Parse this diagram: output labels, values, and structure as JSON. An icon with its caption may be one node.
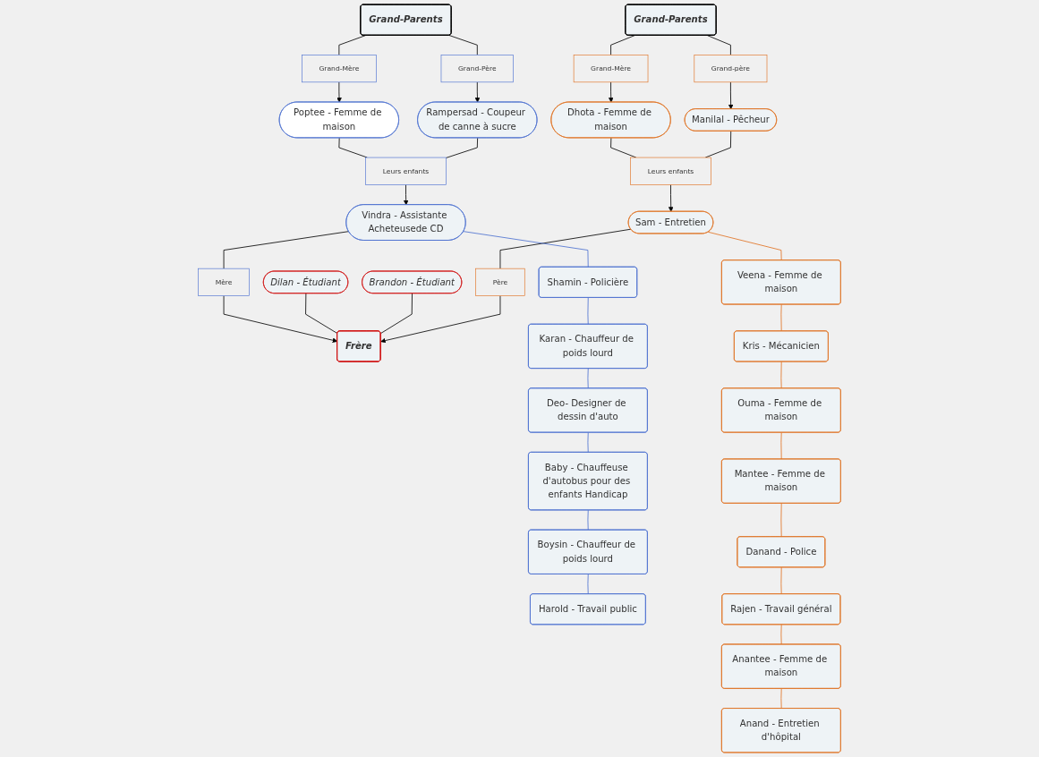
{
  "diagram": {
    "nodes": [
      {
        "text": [
          "Grand-Parents"
        ]
      },
      {
        "text": [
          "Grand-Mère"
        ]
      },
      {
        "text": [
          "Grand-Père"
        ]
      },
      {
        "text": [
          "Poptee - Femme de maison"
        ]
      },
      {
        "text": [
          "Rampersad - Coupeur de canne à sucre"
        ]
      },
      {
        "text": [
          "Leurs enfants"
        ]
      },
      {
        "text": [
          "Vindra - Assistante Acheteusede CD"
        ]
      },
      {
        "text": [
          "Mère"
        ]
      },
      {
        "text": [
          "Frère"
        ]
      },
      {
        "text": [
          "Dilan - Étudiant"
        ]
      },
      {
        "text": [
          "Brandon - Étudiant"
        ]
      },
      {
        "text": [
          "Grand-Parents"
        ]
      },
      {
        "text": [
          "Grand-Mère"
        ]
      },
      {
        "text": [
          "Grand-père"
        ]
      },
      {
        "text": [
          "Dhota - Femme de maison"
        ]
      },
      {
        "text": [
          "Manilal - Pêcheur"
        ]
      },
      {
        "text": [
          "Leurs enfants"
        ]
      },
      {
        "text": [
          "Père"
        ]
      },
      {
        "text": [
          "Sam - Entretien"
        ]
      },
      {
        "text": [
          "Shamin - Policière"
        ]
      },
      {
        "text": [
          "Karan - Chauffeur de poids lourd"
        ]
      },
      {
        "text": [
          "Deo- Designer de dessin d'auto"
        ]
      },
      {
        "text": [
          "Baby - Chauffeuse d'autobus pour des enfants Handicap"
        ]
      },
      {
        "text": [
          "Boysin - Chauffeur de poids lourd"
        ]
      },
      {
        "text": [
          "Harold - Travail public"
        ]
      },
      {
        "text": [
          "Veena - Femme de maison"
        ]
      },
      {
        "text": [
          "Kris - Mécanicien"
        ]
      },
      {
        "text": [
          "Ouma - Femme de maison"
        ]
      },
      {
        "text": [
          "Mantee - Femme de maison"
        ]
      },
      {
        "text": [
          "Danand - Police"
        ]
      },
      {
        "text": [
          "Rajen - Travail général"
        ]
      },
      {
        "text": [
          "Anantee - Femme de maison"
        ]
      },
      {
        "text": [
          "Anand - Entretien d'hôpital"
        ]
      }
    ],
    "edges": [
      {
        "from": 0,
        "to": 1,
        "arrow": "none"
      },
      {
        "from": 1,
        "to": 3,
        "arrow": "to"
      },
      {
        "from": 0,
        "to": 2,
        "arrow": "none"
      },
      {
        "from": 2,
        "to": 4,
        "arrow": "to"
      },
      {
        "from": 3,
        "to": 5,
        "arrow": "none"
      },
      {
        "from": 4,
        "to": 5,
        "arrow": "none"
      },
      {
        "from": 5,
        "to": 6,
        "arrow": "to"
      },
      {
        "from": 6,
        "to": 7,
        "arrow": "none"
      },
      {
        "from": 7,
        "to": 8,
        "arrow": "to"
      },
      {
        "from": 9,
        "to": 8,
        "arrow": "none"
      },
      {
        "from": 10,
        "to": 8,
        "arrow": "none"
      },
      {
        "from": 11,
        "to": 12,
        "arrow": "none"
      },
      {
        "from": 12,
        "to": 14,
        "arrow": "to"
      },
      {
        "from": 11,
        "to": 13,
        "arrow": "none"
      },
      {
        "from": 13,
        "to": 15,
        "arrow": "to"
      },
      {
        "from": 14,
        "to": 16,
        "arrow": "none"
      },
      {
        "from": 15,
        "to": 16,
        "arrow": "none"
      },
      {
        "from": 16,
        "to": 18,
        "arrow": "to"
      },
      {
        "from": 18,
        "to": 17,
        "arrow": "none"
      },
      {
        "from": 17,
        "to": 8,
        "arrow": "to"
      },
      {
        "from": 6,
        "to": 19,
        "arrow": "none",
        "color": "#4a6fd0"
      },
      {
        "from": 19,
        "to": 20,
        "arrow": "none",
        "color": "#4a6fd0"
      },
      {
        "from": 20,
        "to": 21,
        "arrow": "none",
        "color": "#4a6fd0"
      },
      {
        "from": 21,
        "to": 22,
        "arrow": "none",
        "color": "#4a6fd0"
      },
      {
        "from": 22,
        "to": 23,
        "arrow": "none",
        "color": "#4a6fd0"
      },
      {
        "from": 23,
        "to": 24,
        "arrow": "none",
        "color": "#4a6fd0"
      },
      {
        "from": 18,
        "to": 25,
        "arrow": "none",
        "color": "#e07020"
      },
      {
        "from": 25,
        "to": 26,
        "arrow": "none",
        "color": "#e07020"
      },
      {
        "from": 26,
        "to": 27,
        "arrow": "none",
        "color": "#e07020"
      },
      {
        "from": 27,
        "to": 28,
        "arrow": "none",
        "color": "#e07020"
      },
      {
        "from": 28,
        "to": 29,
        "arrow": "none",
        "color": "#e07020"
      },
      {
        "from": 29,
        "to": 30,
        "arrow": "none",
        "color": "#e07020"
      },
      {
        "from": 30,
        "to": 31,
        "arrow": "none",
        "color": "#e07020"
      },
      {
        "from": 31,
        "to": 32,
        "arrow": "none",
        "color": "#e07020"
      }
    ]
  }
}
